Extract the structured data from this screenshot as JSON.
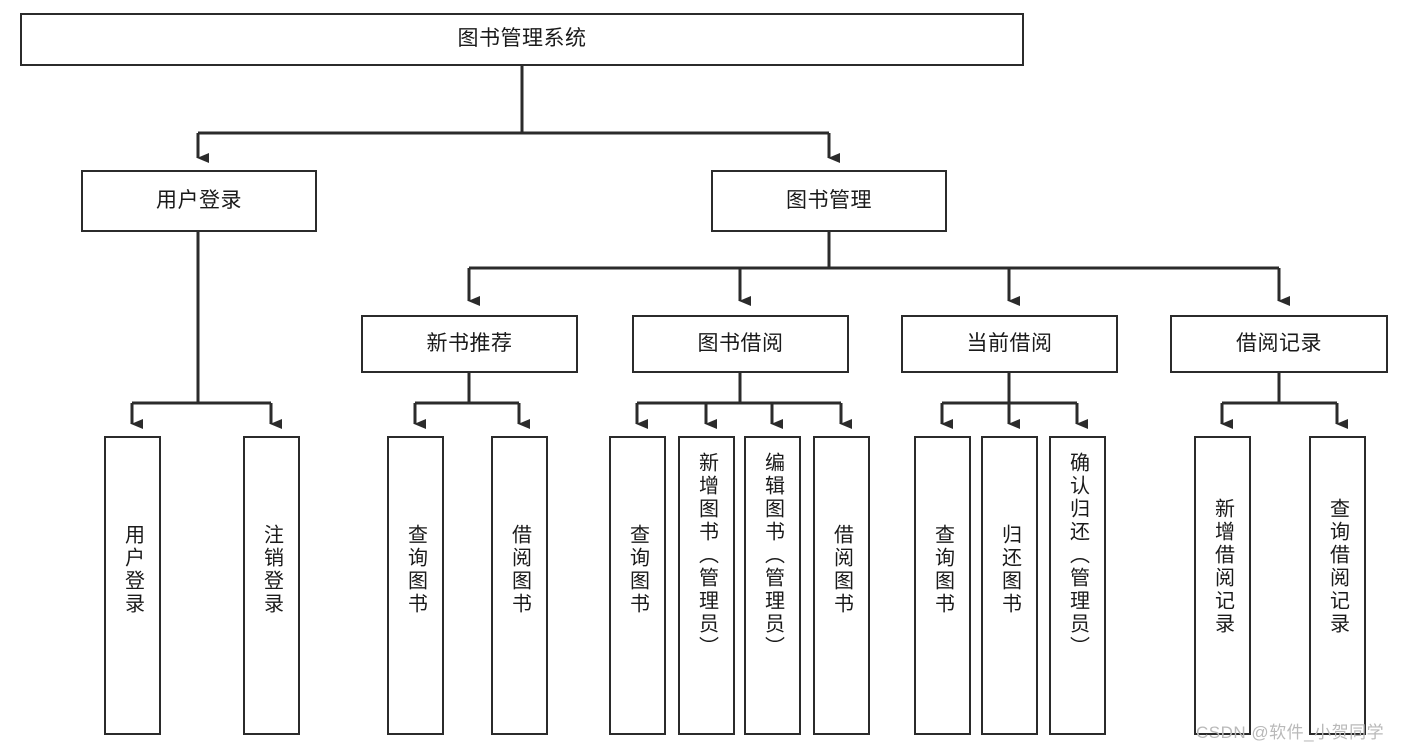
{
  "diagram": {
    "title": "图书管理系统",
    "type": "tree-hierarchy",
    "watermark": "CSDN @软件_小贺同学",
    "colors": {
      "box_border": "#2b2b2b",
      "box_fill": "#ffffff",
      "connector": "#2b2b2b",
      "text": "#1a1a1a",
      "watermark": "#b9b9b9",
      "background": "#ffffff"
    },
    "nodes": {
      "root": {
        "label": "图书管理系统"
      },
      "level2": [
        {
          "id": "user-login",
          "label": "用户登录"
        },
        {
          "id": "book-manage",
          "label": "图书管理"
        }
      ],
      "level3": [
        {
          "id": "new-book-recommend",
          "label": "新书推荐"
        },
        {
          "id": "book-borrow",
          "label": "图书借阅"
        },
        {
          "id": "current-borrow",
          "label": "当前借阅"
        },
        {
          "id": "borrow-record",
          "label": "借阅记录"
        }
      ],
      "leaves": {
        "user-login": [
          {
            "id": "leaf-user-login",
            "label": "用户登录"
          },
          {
            "id": "leaf-user-logout",
            "label": "注销登录"
          }
        ],
        "new-book-recommend": [
          {
            "id": "leaf-query-book-1",
            "label": "查询图书"
          },
          {
            "id": "leaf-borrow-book-1",
            "label": "借阅图书"
          }
        ],
        "book-borrow": [
          {
            "id": "leaf-query-book-2",
            "label": "查询图书"
          },
          {
            "id": "leaf-add-book",
            "label": "新增图书（管理员）"
          },
          {
            "id": "leaf-edit-book",
            "label": "编辑图书（管理员）"
          },
          {
            "id": "leaf-borrow-book-2",
            "label": "借阅图书"
          }
        ],
        "current-borrow": [
          {
            "id": "leaf-query-book-3",
            "label": "查询图书"
          },
          {
            "id": "leaf-return-book",
            "label": "归还图书"
          },
          {
            "id": "leaf-confirm-return",
            "label": "确认归还（管理员）"
          }
        ],
        "borrow-record": [
          {
            "id": "leaf-add-record",
            "label": "新增借阅记录"
          },
          {
            "id": "leaf-query-record",
            "label": "查询借阅记录"
          }
        ]
      }
    }
  }
}
